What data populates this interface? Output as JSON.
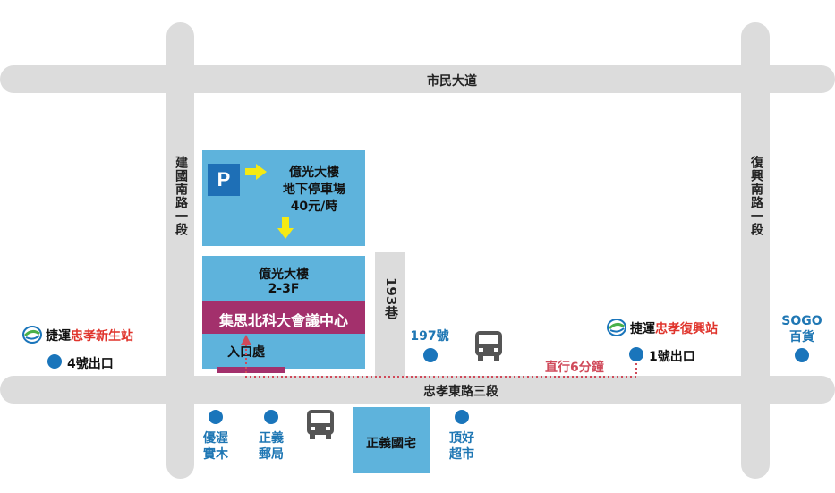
{
  "roads": {
    "top": "市民大道",
    "bottom": "忠孝東路三段",
    "left": "建國南路一段",
    "right": "復興南路一段",
    "lane": "193巷"
  },
  "parking": {
    "icon_letter": "P",
    "line1": "億光大樓",
    "line2": "地下停車場",
    "line3": "40元/時"
  },
  "venue": {
    "line1": "億光大樓",
    "line2": "2-3F",
    "name": "集思北科大會議中心",
    "entrance": "入口處"
  },
  "mrt_left": {
    "prefix": "捷運",
    "station": "忠孝新生站",
    "exit": "4號出口"
  },
  "mrt_right": {
    "prefix": "捷運",
    "station": "忠孝復興站",
    "exit": "1號出口"
  },
  "walk_note": "直行6分鐘",
  "landmarks": {
    "no197": "197號",
    "sogo_line1": "SOGO",
    "sogo_line2": "百貨",
    "youmeng_line1": "優渥",
    "youmeng_line2": "實木",
    "post_line1": "正義",
    "post_line2": "郵局",
    "zhengyi": "正義國宅",
    "market_line1": "頂好",
    "market_line2": "超市"
  },
  "colors": {
    "road": "#dcdcdc",
    "block": "#5eb3dc",
    "venue_band": "#a3306c",
    "arrow": "#f5ea14",
    "route": "#d04a5a",
    "marker": "#1a75bb",
    "mrt_red": "#e0342c"
  },
  "icons": [
    "parking-icon",
    "bus-icon",
    "mrt-logo-icon",
    "location-dot-icon"
  ]
}
